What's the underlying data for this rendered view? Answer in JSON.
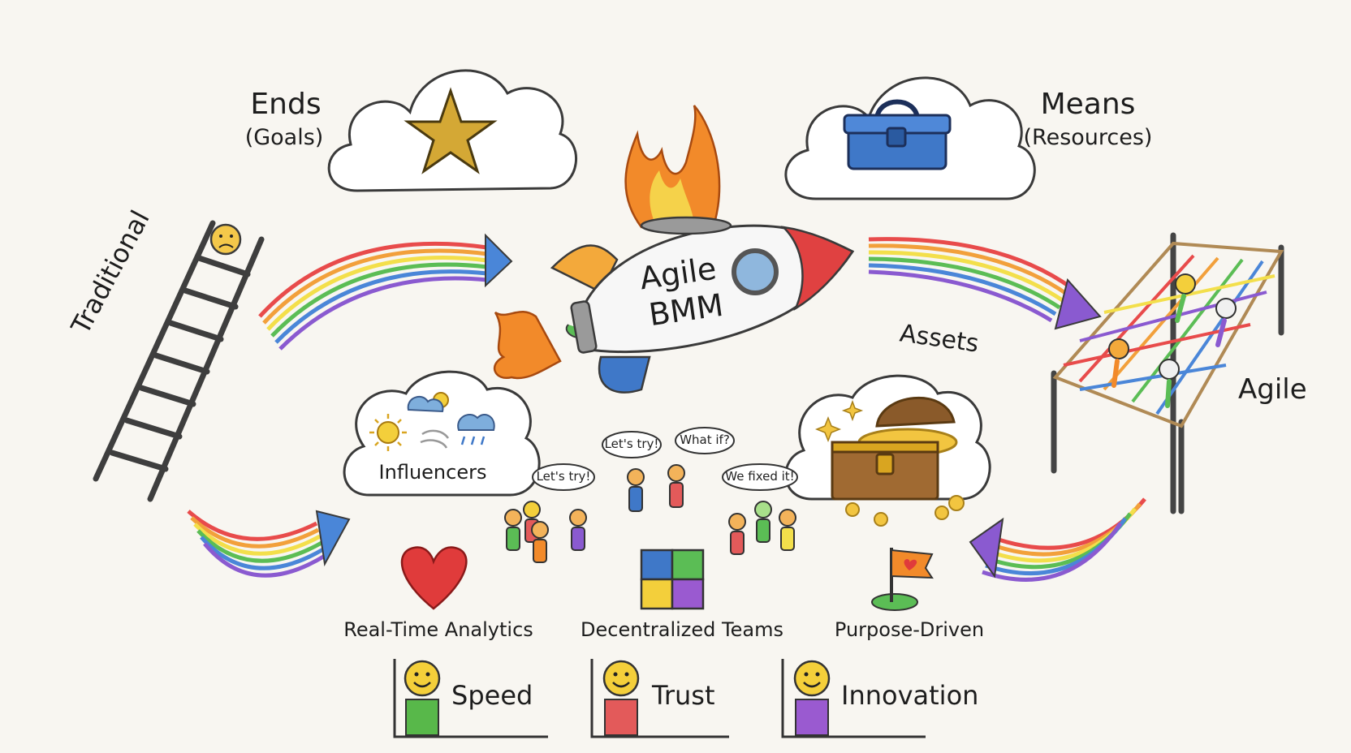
{
  "labels": {
    "ends": "Ends",
    "goals": "(Goals)",
    "means": "Means",
    "resources": "(Resources)",
    "rocket_line1": "Agile",
    "rocket_line2": "BMM",
    "traditional": "Traditional",
    "agile": "Agile",
    "assets": "Assets",
    "influencers": "Influencers"
  },
  "speech_bubbles": [
    "Let's try!",
    "Let's try!",
    "What if?",
    "We fixed it!"
  ],
  "pillars": [
    "Real-Time Analytics",
    "Decentralized Teams",
    "Purpose-Driven"
  ],
  "outcomes": [
    {
      "label": "Speed",
      "color": "#58b84a"
    },
    {
      "label": "Trust",
      "color": "#e35a5a"
    },
    {
      "label": "Innovation",
      "color": "#9a5ad0"
    }
  ],
  "colors": {
    "background": "#f8f6f1",
    "star": "#d4a835",
    "toolbox": "#3f78c8",
    "heart": "#e03b3b",
    "rocket_nose": "#e04141",
    "flame": "#f28a2a"
  },
  "rainbow": [
    "#e84b4b",
    "#f2a03b",
    "#f3df4b",
    "#5bbd55",
    "#4a86d8",
    "#8a5ad0"
  ]
}
